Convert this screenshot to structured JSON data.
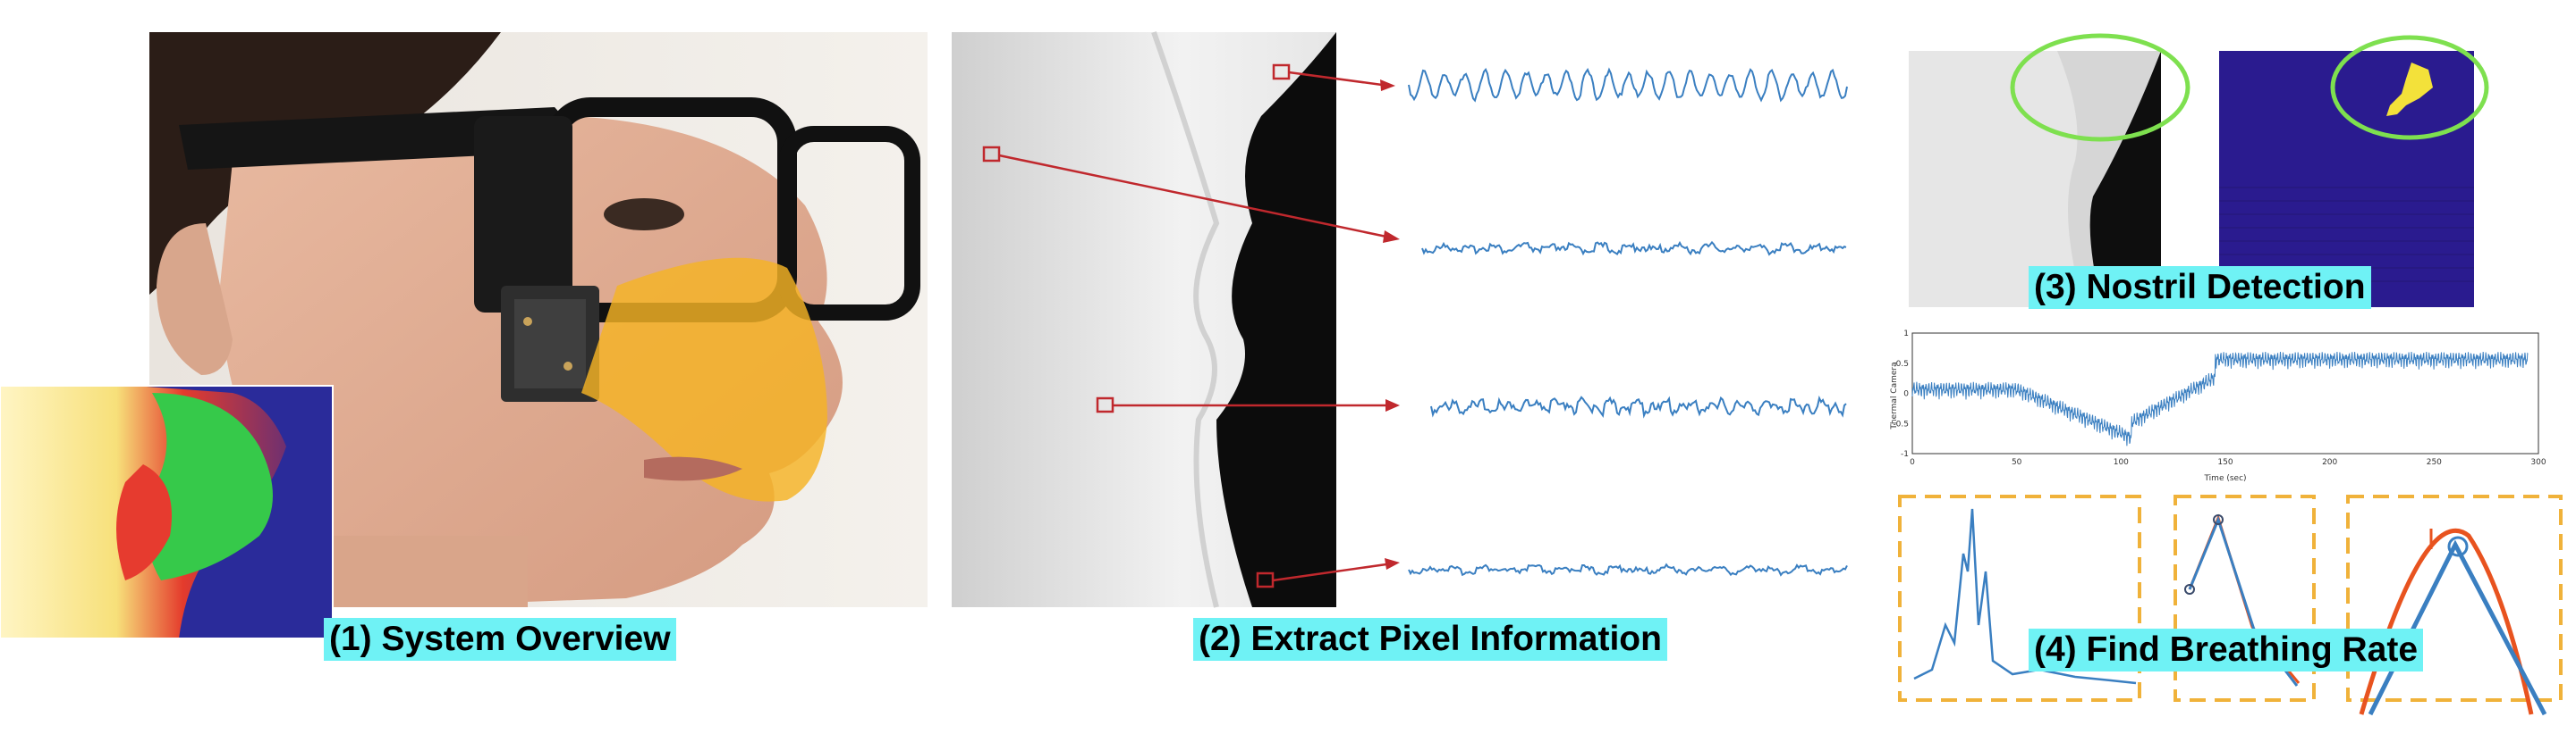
{
  "panels": [
    {
      "id": "system-overview",
      "label": "(1) System Overview"
    },
    {
      "id": "extract-pixel",
      "label": "(2) Extract Pixel Information"
    },
    {
      "id": "nostril-detection",
      "label": "(3) Nostril Detection"
    },
    {
      "id": "breathing-rate",
      "label": "(4) Find Breathing Rate"
    }
  ],
  "chart_data": {
    "type": "line",
    "title": "",
    "xlabel": "Time (sec)",
    "ylabel": "Thermal Camera",
    "xlim": [
      0,
      300
    ],
    "ylim": [
      -1,
      1
    ],
    "xticks": [
      "0",
      "50",
      "100",
      "150",
      "200",
      "250",
      "300"
    ],
    "yticks": [
      "1",
      "0.5",
      "0",
      "-0.5",
      "-1"
    ]
  },
  "colors": {
    "label_bg": "#6ff2f5",
    "signal_line": "#3a7fc1",
    "arrow": "#c0282d",
    "highlight_circle": "#7ee04f",
    "dashed_box": "#f0b23a",
    "nostril_map_bg": "#2a1b8f",
    "nostril_blob": "#f3e13a",
    "nose_overlay": "#f5b324",
    "fit_curve": "#e8531f"
  }
}
